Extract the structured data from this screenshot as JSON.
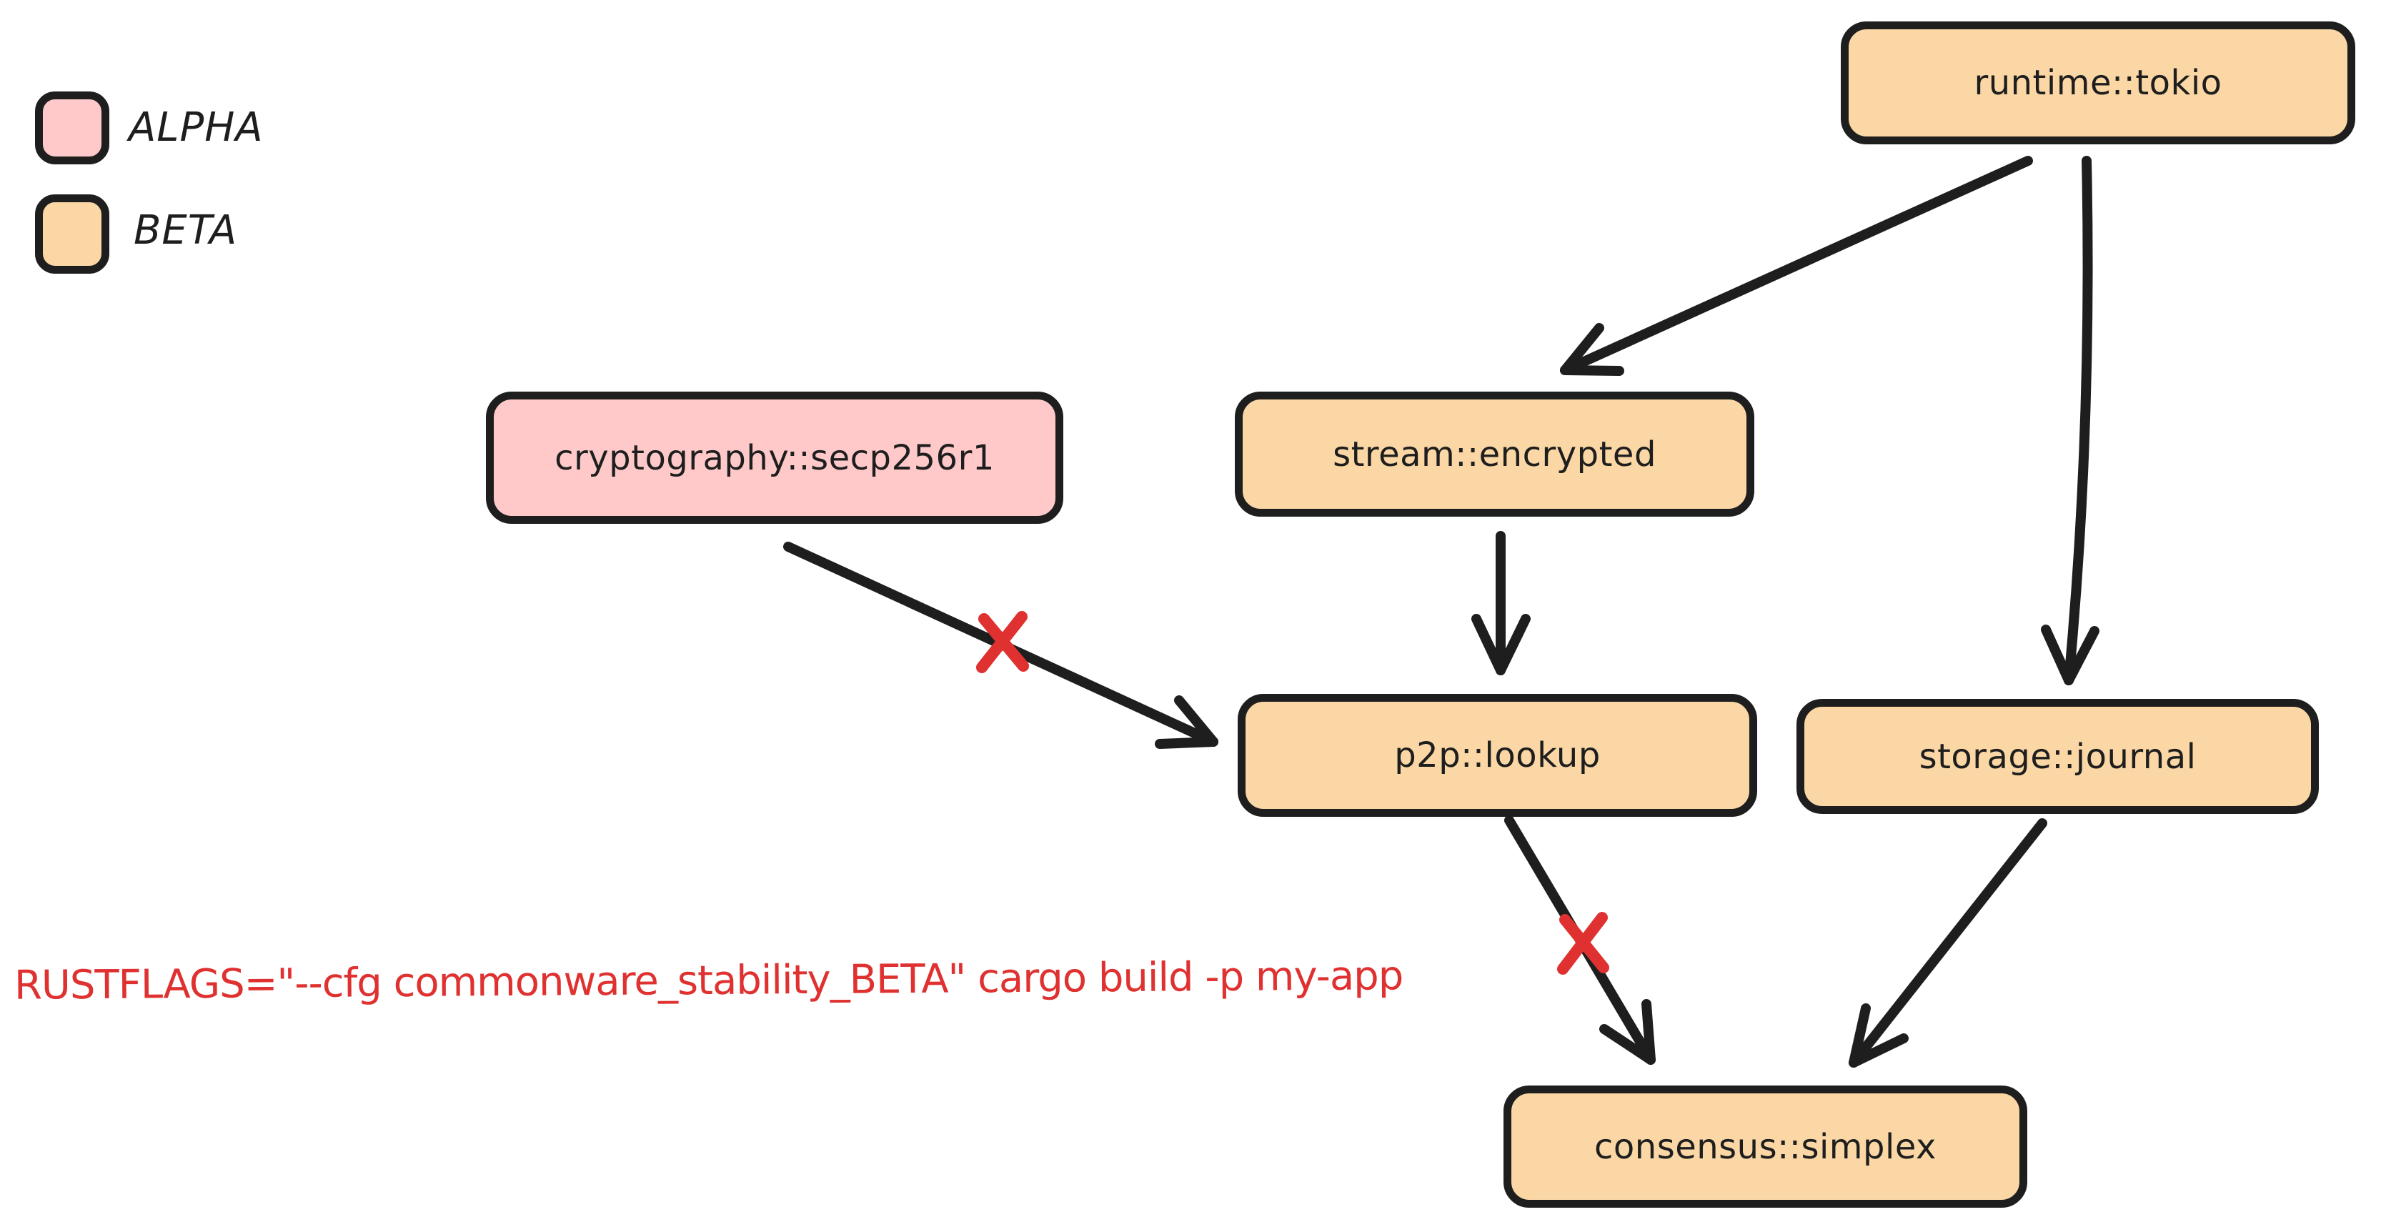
{
  "diagram": {
    "kind": "dependency-graph",
    "background": "#ffffff",
    "stroke_color": "#1e1e1e",
    "blocked_color": "#e03131",
    "alpha_fill": "#ffc9c9",
    "beta_fill": "#fad7a5"
  },
  "legend": {
    "items": [
      {
        "label": "ALPHA",
        "color": "#ffc9c9"
      },
      {
        "label": "BETA",
        "color": "#fad7a5"
      }
    ]
  },
  "nodes": [
    {
      "id": "runtime-tokio",
      "label": "runtime::tokio",
      "stability": "BETA"
    },
    {
      "id": "cryptography-secp256r1",
      "label": "cryptography::secp256r1",
      "stability": "ALPHA"
    },
    {
      "id": "stream-encrypted",
      "label": "stream::encrypted",
      "stability": "BETA"
    },
    {
      "id": "p2p-lookup",
      "label": "p2p::lookup",
      "stability": "BETA"
    },
    {
      "id": "storage-journal",
      "label": "storage::journal",
      "stability": "BETA"
    },
    {
      "id": "consensus-simplex",
      "label": "consensus::simplex",
      "stability": "BETA"
    }
  ],
  "edges": [
    {
      "from": "runtime::tokio",
      "to": "stream::encrypted",
      "blocked": false
    },
    {
      "from": "runtime::tokio",
      "to": "storage::journal",
      "blocked": false
    },
    {
      "from": "stream::encrypted",
      "to": "p2p::lookup",
      "blocked": false
    },
    {
      "from": "cryptography::secp256r1",
      "to": "p2p::lookup",
      "blocked": true
    },
    {
      "from": "p2p::lookup",
      "to": "consensus::simplex",
      "blocked": true
    },
    {
      "from": "storage::journal",
      "to": "consensus::simplex",
      "blocked": false
    }
  ],
  "command": {
    "text": "RUSTFLAGS=\"--cfg commonware_stability_BETA\" cargo build -p my-app"
  }
}
